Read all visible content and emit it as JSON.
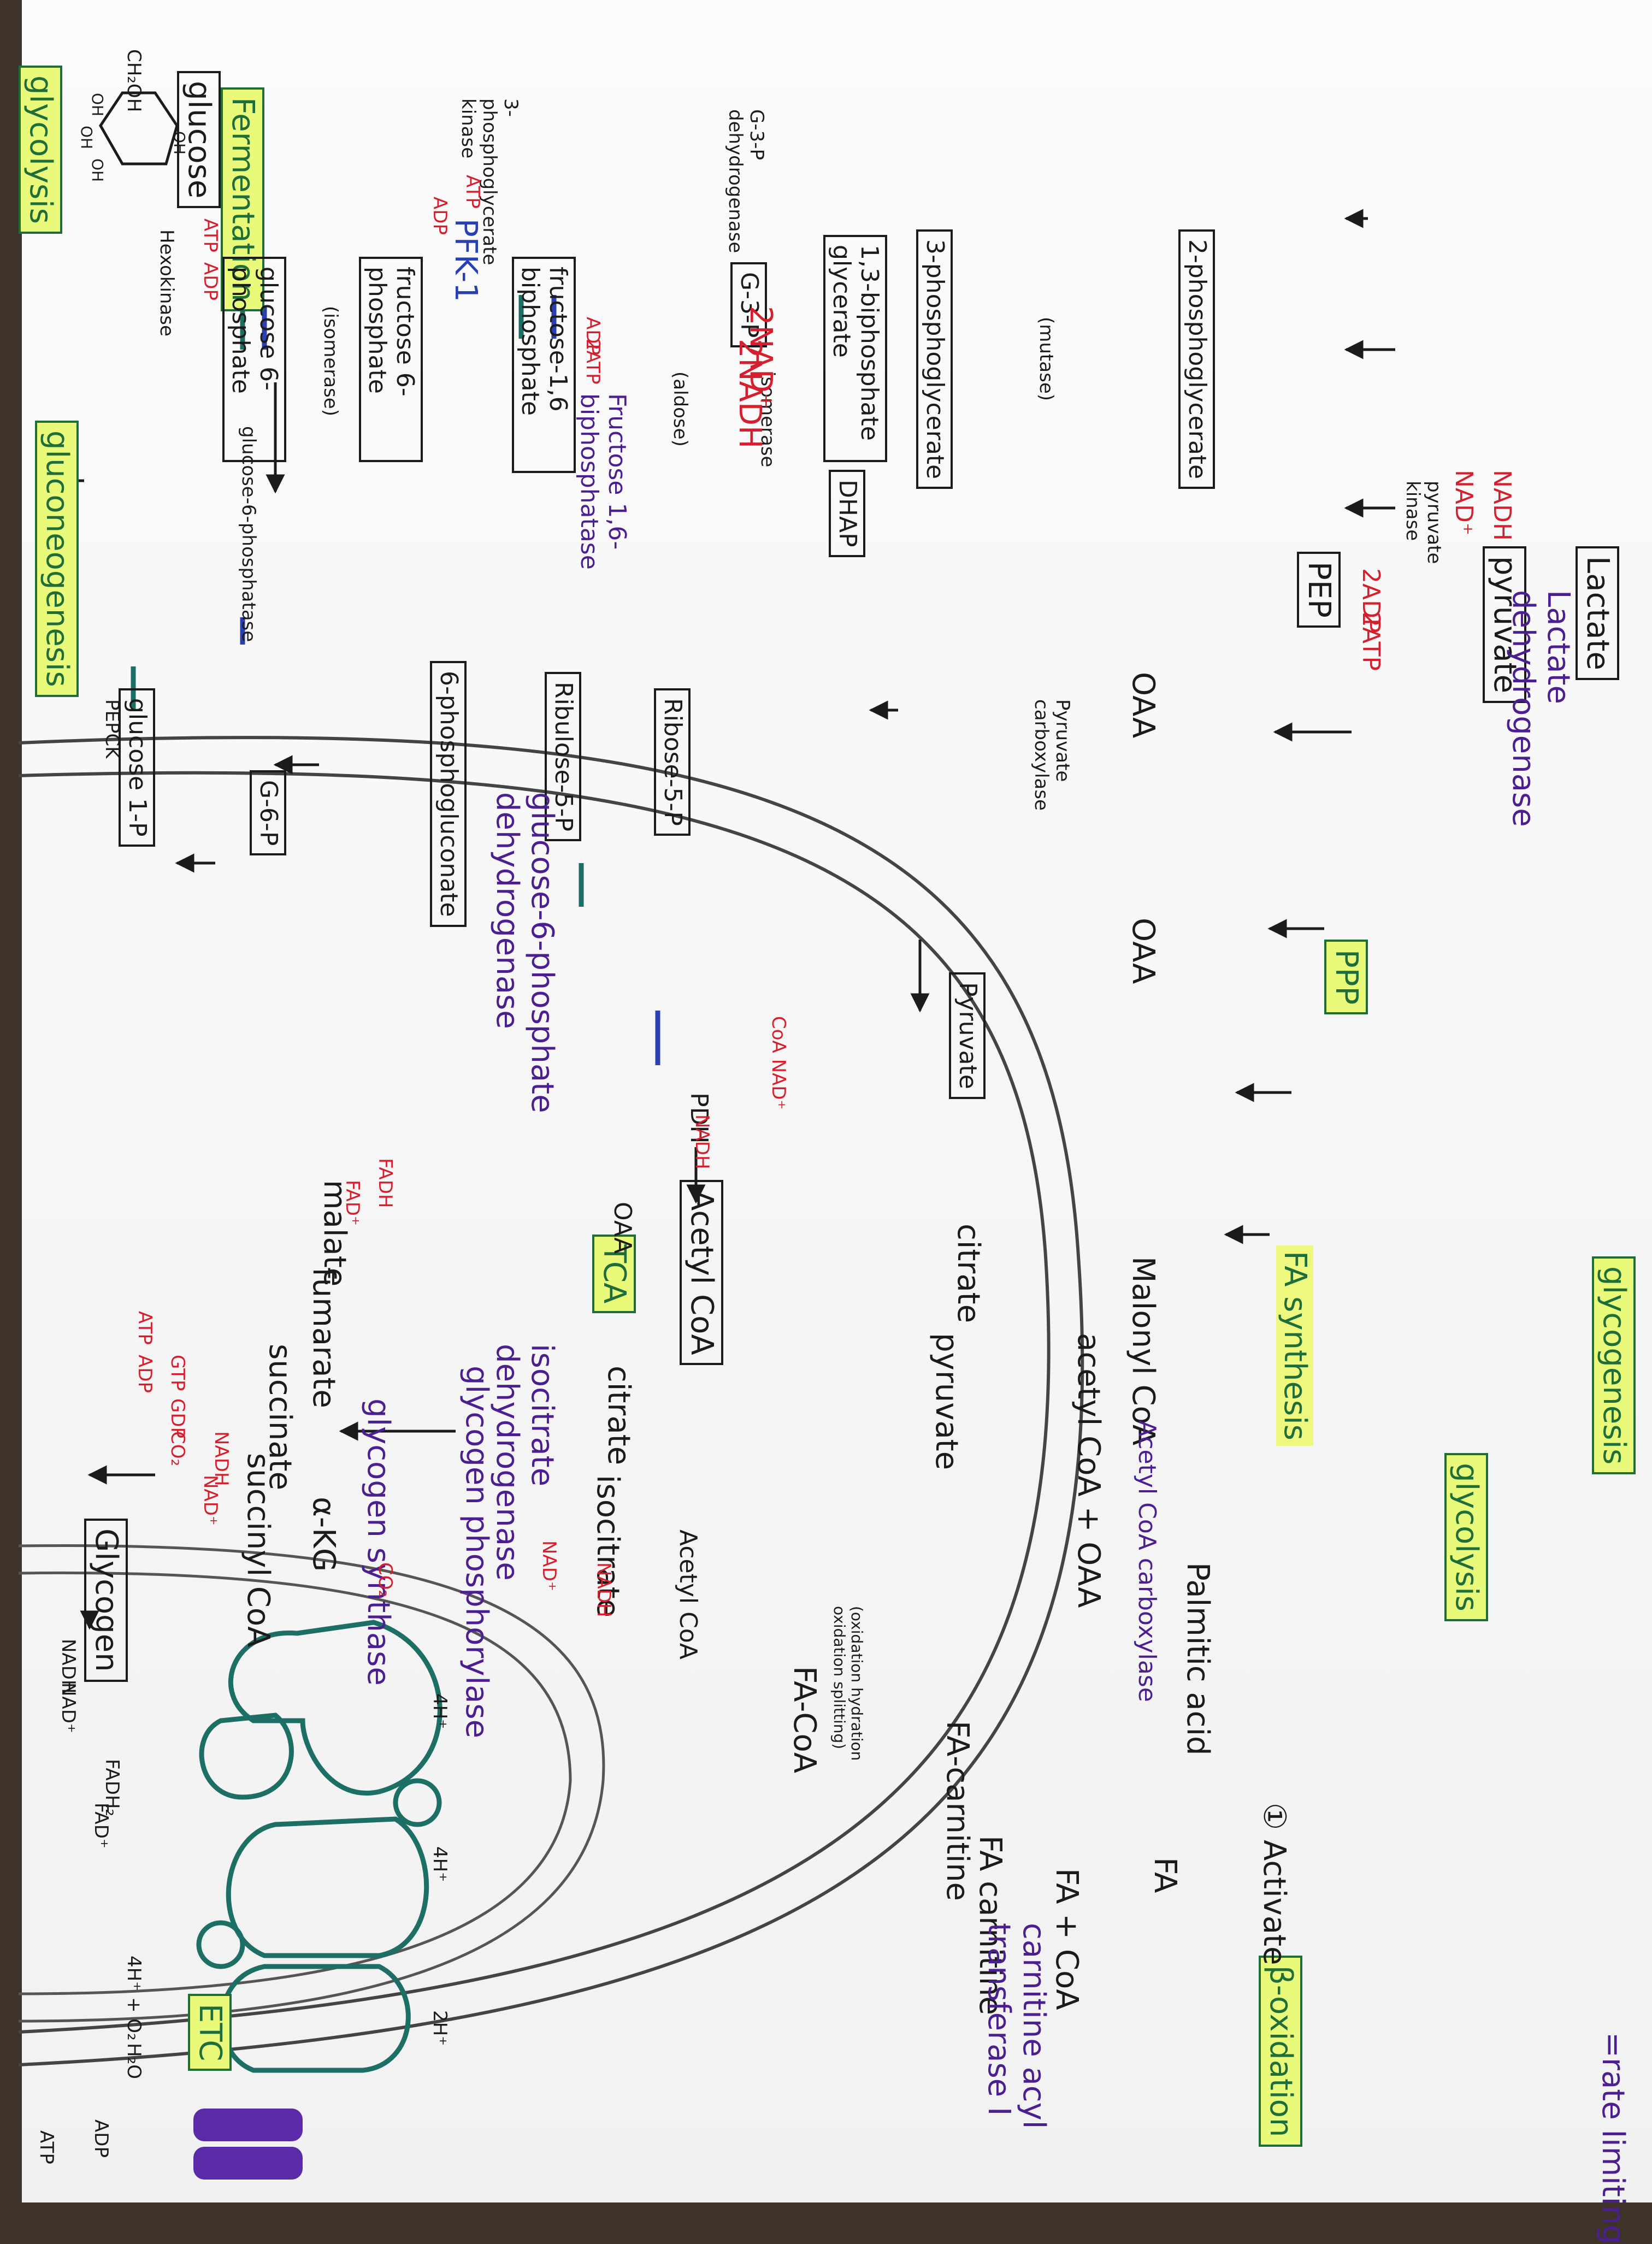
{
  "legend": {
    "rate_limiting": "=rate limiting"
  },
  "sections": {
    "glycolysis": "glycolysis",
    "gluconeogenesis": "gluconeogenesis",
    "glycogenesis": "glycogenesis",
    "glycogenolysis": "glycolysis",
    "fa_synthesis": "FA synthesis",
    "beta_oxidation": "β-oxidation",
    "ppp": "PPP",
    "tca": "TCA",
    "etc": "ETC",
    "fermentation": "Fermentation"
  },
  "metabolites": {
    "glucose": "glucose",
    "g6p": "glucose 6-phosphate",
    "f6p": "fructose 6-phosphate",
    "f16bp": "fructose-1,6 biphosphate",
    "g3p": "G-3-P",
    "dhap": "DHAP",
    "bpg13": "1,3-biphosphate glycerate",
    "pg3": "3-phosphoglycerate",
    "pg2": "2-phosphoglycerate",
    "pep": "PEP",
    "pyruvate": "pyruvate",
    "lactate": "Lactate",
    "glucose1p": "glucose 1-P",
    "g6p_short": "G-6-P",
    "glycogen": "Glycogen",
    "phosphogluconate": "6-phosphogluconate",
    "ribulose5p": "Ribulose-5-P",
    "ribose5p": "Ribose-5-P",
    "oaa_cyto": "OAA",
    "oaa_mito": "OAA",
    "pyruvate_mito": "Pyruvate",
    "acetyl_coa": "Acetyl CoA",
    "oaa_tca": "OAA",
    "citrate": "citrate",
    "isocitrate": "isocitrate",
    "akg": "α-KG",
    "succinyl_coa": "succinyl CoA",
    "succinate": "succinate",
    "fumarate": "fumarate",
    "malate": "malate",
    "malonyl_coa": "Malonyl CoA",
    "palmitic_acid": "Palmitic acid",
    "acetyl_coa_oaa": "acetyl CoA + OAA",
    "citrate_cyto": "citrate",
    "pyruvate_cyto2": "pyruvate",
    "fa": "FA",
    "fa_coa": "FA + CoA",
    "fa_carnitine": "FA carnitine",
    "fa_carnitine_mito": "FA-carnitine",
    "fa_coa_mito": "FA-CoA",
    "acetyl_coa_mito": "Acetyl CoA",
    "ch2oh": "CH₂OH"
  },
  "enzymes": {
    "hexokinase": "Hexokinase",
    "g6pase": "glucose-6-phosphatase",
    "isomerase": "(isomerase)",
    "pfk1": "PFK-1",
    "fbpase": "Fructose 1,6-biphosphatase",
    "aldolase": "(aldose)",
    "isomerase2": "isomerase",
    "g3p_dh": "G-3-P dehydrogenase",
    "pgk": "3-phosphoglycerate kinase",
    "mutase": "(mutase)",
    "pyruvate_kinase": "pyruvate kinase",
    "ldh": "Lactate dehydrogenase",
    "pepck": "PEPCK",
    "pyruvate_carboxylase": "Pyruvate carboxylase",
    "pdh": "PDH",
    "glycogen_synthase": "glycogen synthase",
    "glycogen_phosphorylase": "glycogen phosphorylase",
    "g6pdh": "glucose-6-phosphate dehydrogenase",
    "acc": "Acetyl CoA carboxylase",
    "activate": "① Activate",
    "cat": "carnitine acyl transferase I",
    "oxidation_steps": "(oxidation hydration oxidation splitting)",
    "idh": "isocitrate dehydrogenase"
  },
  "cofactors": {
    "atp1": "ATP",
    "adp1": "ADP",
    "atp2": "ATP",
    "adp2": "ADP",
    "nad_2": "2NAD⁺",
    "nadh_2": "2NADH",
    "adp_2": "ADP",
    "atp_2": "2ATP",
    "adp_pk": "2ADP",
    "atp_pk": "2ATP",
    "nadh_ldh": "NADH",
    "nad_ldh": "NAD⁺",
    "coa_nad": "CoA NAD⁺",
    "nadh_pdh": "NADH",
    "nad_idh": "NAD⁺",
    "nadh_idh": "NADH",
    "co2_idh": "CO₂",
    "nad_akg": "NAD⁺",
    "nadh_akg": "NADH",
    "co2_akg": "CO₂",
    "gtp": "GTP",
    "gdp": "GDP",
    "atp_sc": "ATP",
    "adp_sc": "ADP",
    "fadh": "FADH",
    "fad": "FAD⁺",
    "etc_nadh": "NADH",
    "etc_nad": "NAD⁺",
    "etc_fadh": "FADH₂",
    "etc_fad": "FAD⁺",
    "h4_1": "4H⁺",
    "h4_2": "4H⁺",
    "h2": "2H⁺",
    "o2": "4H⁺ + O₂",
    "h2o": "H₂O",
    "adp_etc": "ADP",
    "atp_etc": "ATP"
  },
  "ring": {
    "oh1": "OH",
    "oh2": "OH",
    "oh3": "OH",
    "oh4": "OH"
  },
  "colors": {
    "teal": "#1d6f66",
    "purple": "#5a2aa8",
    "highlight": "#eef77e"
  }
}
